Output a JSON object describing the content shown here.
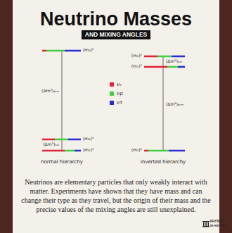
{
  "diagram": {
    "title": "Neutrino Masses",
    "caption": "Neutrinos are elementary particles that only weakly interact with matter. Experiments have shown that they have mass and can change their type as they travel, but the origin of their mass and the precise values of the mixing angles are still unexplained.",
    "nodes": [
      {
        "text": [
          "AND MIXING ANGLES"
        ]
      }
    ],
    "labels": [
      "(m₃)²",
      "(Δm²)ₐₜₘ",
      "(m₂)²",
      "(Δm²)ₛₒₗ",
      "(m₁)²",
      "(m₂)²",
      "(Δm²)ₛₒₗ",
      "(m₁)²",
      "(Δm²)ₐₜₘ",
      "(m₃)²",
      "normal hierarchy",
      "inverted hierarchy",
      "PHYSICS",
      "IN HISTORY"
    ],
    "legend": [
      {
        "text": "νₑ",
        "color": "#e0243a"
      },
      {
        "text": "νμ",
        "color": "#3fd23f"
      },
      {
        "text": "ντ",
        "color": "#2b2bd8"
      }
    ]
  }
}
